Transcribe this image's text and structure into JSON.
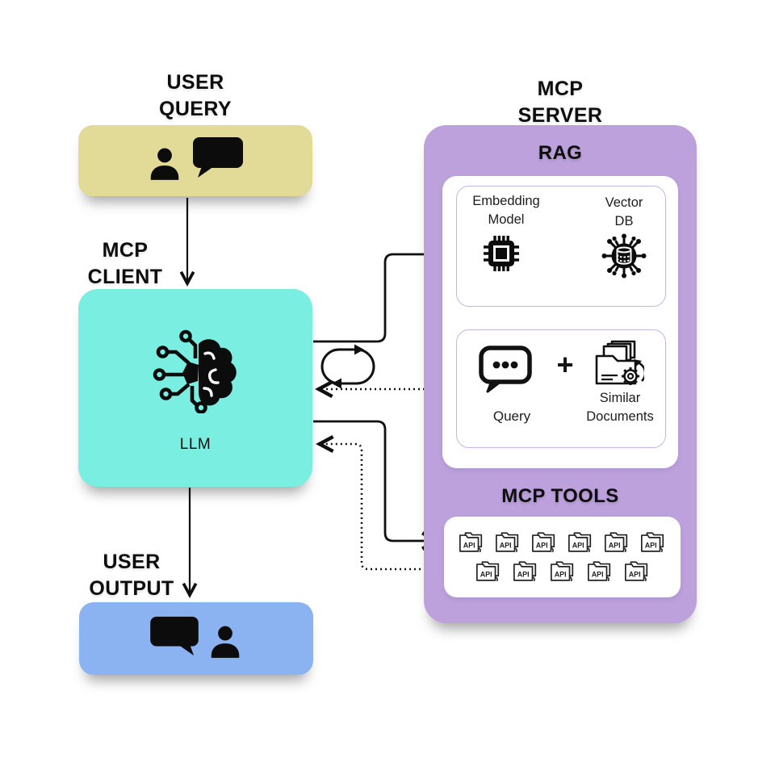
{
  "user_query": {
    "title_line1": "USER",
    "title_line2": "QUERY"
  },
  "mcp_client": {
    "title_line1": "MCP",
    "title_line2": "CLIENT",
    "llm_label": "LLM"
  },
  "user_output": {
    "title_line1": "USER",
    "title_line2": "OUTPUT"
  },
  "mcp_server": {
    "title_line1": "MCP",
    "title_line2": "SERVER",
    "rag": {
      "label": "RAG",
      "embedding": {
        "line1": "Embedding",
        "line2": "Model"
      },
      "vector_db": {
        "line1": "Vector",
        "line2": "DB"
      },
      "query_label": "Query",
      "plus": "+",
      "similar": {
        "line1": "Similar",
        "line2": "Documents"
      }
    },
    "tools": {
      "label": "MCP TOOLS",
      "api_label": "API",
      "row1_count": 6,
      "row2_count": 5
    }
  },
  "icons": {
    "user_query": [
      "person-icon",
      "chat-bubble-icon"
    ],
    "mcp_client": [
      "ai-brain-circuit-icon",
      "cycle-icon"
    ],
    "user_output": [
      "chat-bubble-icon",
      "person-icon"
    ],
    "rag": [
      "chip-icon",
      "vector-db-icon",
      "chat-dots-icon",
      "documents-gear-icon"
    ],
    "tools": [
      "api-folder-icon"
    ]
  },
  "colors": {
    "user_query_bg": "#e2db97",
    "mcp_client_bg": "#7aeee0",
    "user_output_bg": "#8bb3f1",
    "mcp_server_bg": "#bca1dc",
    "panel_bg": "#ffffff",
    "inner_border": "#c9b4e6",
    "ink": "#0d0d0d"
  }
}
